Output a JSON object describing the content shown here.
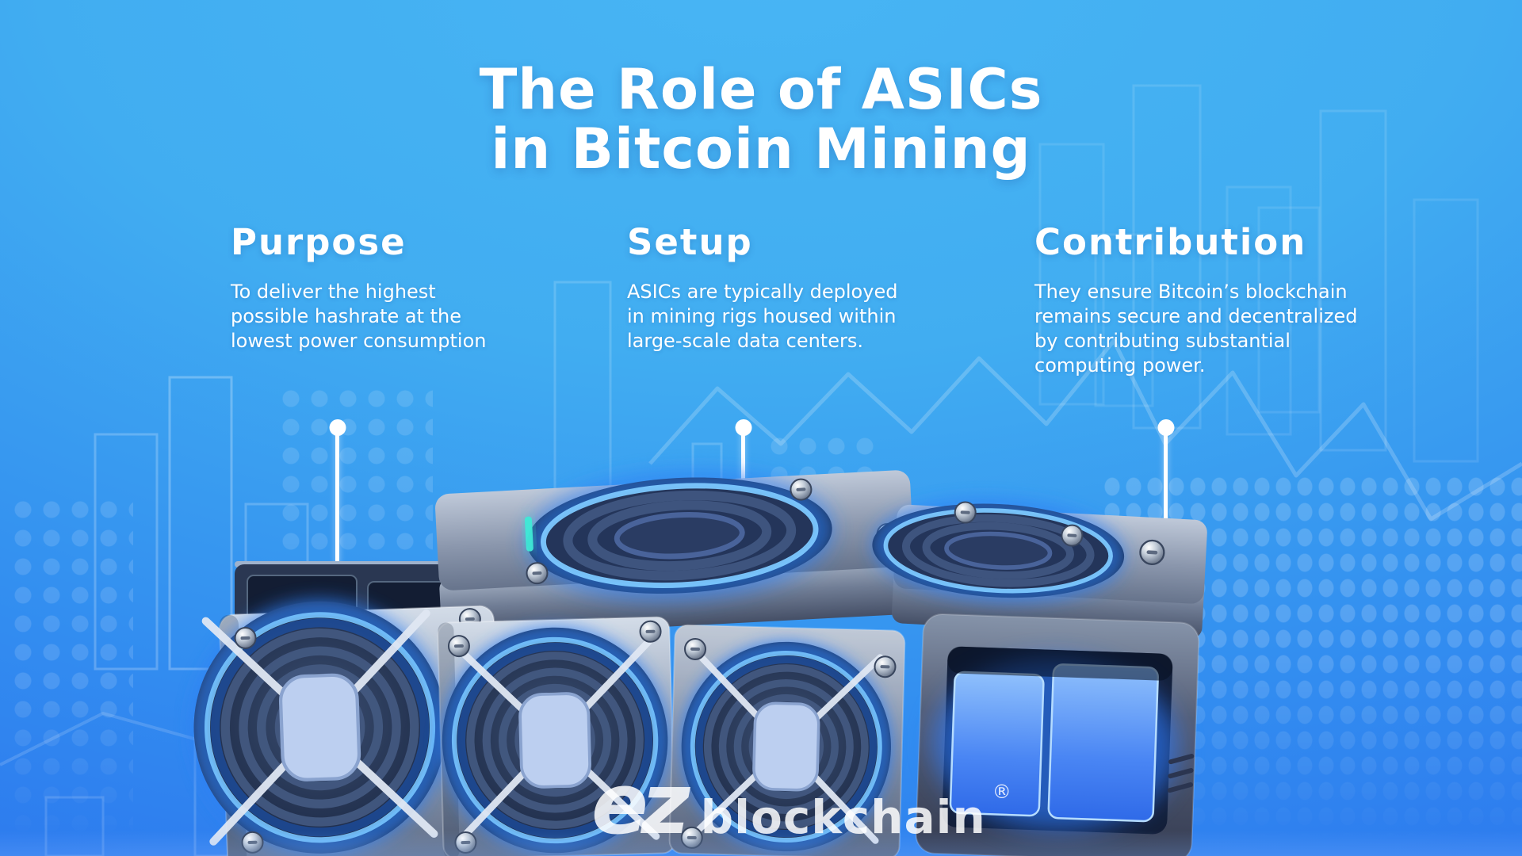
{
  "title": {
    "line1": "The Role of ASICs",
    "line2": "in Bitcoin Mining"
  },
  "sections": [
    {
      "heading": "Purpose",
      "lines": [
        "To deliver the highest",
        "possible hashrate at the",
        "lowest power consumption"
      ]
    },
    {
      "heading": "Setup",
      "lines": [
        "ASICs are typically deployed",
        "in mining rigs housed within",
        "large-scale data centers."
      ]
    },
    {
      "heading": "Contribution",
      "lines": [
        "They ensure Bitcoin’s blockchain",
        "remains secure and decentralized",
        "by contributing substantial",
        "computing power."
      ]
    }
  ],
  "logo": {
    "mark": "ez",
    "name": "blockchain",
    "registered": "®"
  },
  "illustration": {
    "alt": "Three blue and gray ASIC bitcoin mining rigs with large glowing cooling fans"
  },
  "colors": {
    "background_top": "#46b2f3",
    "background_bottom": "#2c77ee",
    "text": "#ffffff",
    "fan_glow": "#3f8bff",
    "inner_glow": "#2e7dff"
  }
}
